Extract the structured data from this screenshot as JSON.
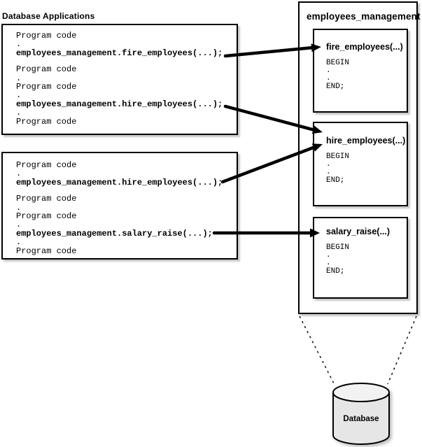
{
  "left_section": {
    "title": "Database Applications",
    "boxes": [
      {
        "lines": [
          "Program code",
          ".",
          "employees_management.fire_employees(...);",
          "Program code",
          ".",
          "Program code",
          ".",
          "employees_management.hire_employees(...);",
          ".",
          "Program code"
        ]
      },
      {
        "lines": [
          "Program code",
          ".",
          "employees_management.hire_employees(...);",
          "Program code",
          ".",
          "Program code",
          ".",
          "employees_management.salary_raise(...);",
          ".",
          "Program code"
        ]
      }
    ]
  },
  "package": {
    "title": "employees_management",
    "subprograms": [
      {
        "title": "fire_employees(...)",
        "body": [
          "BEGIN",
          ".",
          ".",
          "END;"
        ]
      },
      {
        "title": "hire_employees(...)",
        "body": [
          "BEGIN",
          ".",
          ".",
          "END;"
        ]
      },
      {
        "title": "salary_raise(...)",
        "body": [
          "BEGIN",
          ".",
          ".",
          "END;"
        ]
      }
    ]
  },
  "database": {
    "label": "Database"
  },
  "colors": {
    "line": "#000000",
    "background": "#ffffff",
    "cylinder_body": "#e6e6e6",
    "cylinder_top": "#f2f2f2"
  }
}
